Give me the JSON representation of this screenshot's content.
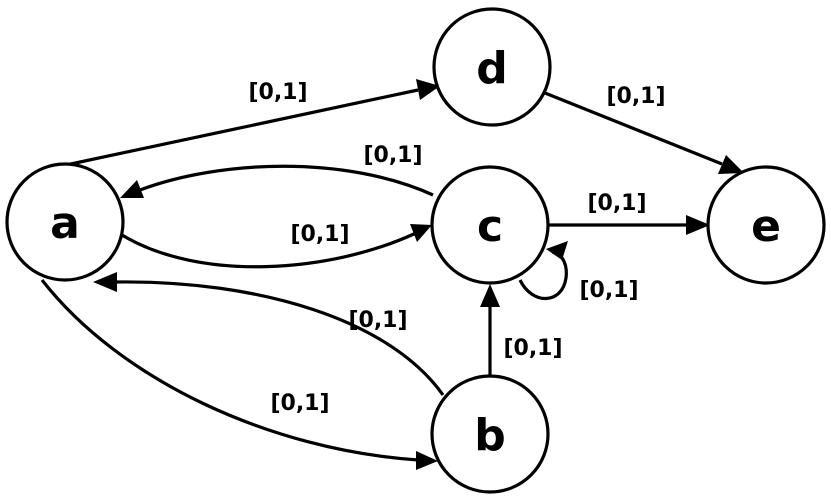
{
  "nodes": [
    {
      "id": "a",
      "label": "a"
    },
    {
      "id": "b",
      "label": "b"
    },
    {
      "id": "c",
      "label": "c"
    },
    {
      "id": "d",
      "label": "d"
    },
    {
      "id": "e",
      "label": "e"
    }
  ],
  "edges": [
    {
      "from": "a",
      "to": "d",
      "label": "[0,1]"
    },
    {
      "from": "d",
      "to": "e",
      "label": "[0,1]"
    },
    {
      "from": "c",
      "to": "a",
      "label": "[0,1]"
    },
    {
      "from": "a",
      "to": "c",
      "label": "[0,1]"
    },
    {
      "from": "c",
      "to": "e",
      "label": "[0,1]"
    },
    {
      "from": "c",
      "to": "c",
      "label": "[0,1]"
    },
    {
      "from": "b",
      "to": "a",
      "label": "[0,1]"
    },
    {
      "from": "b",
      "to": "c",
      "label": "[0,1]"
    },
    {
      "from": "a",
      "to": "b",
      "label": "[0,1]"
    }
  ]
}
